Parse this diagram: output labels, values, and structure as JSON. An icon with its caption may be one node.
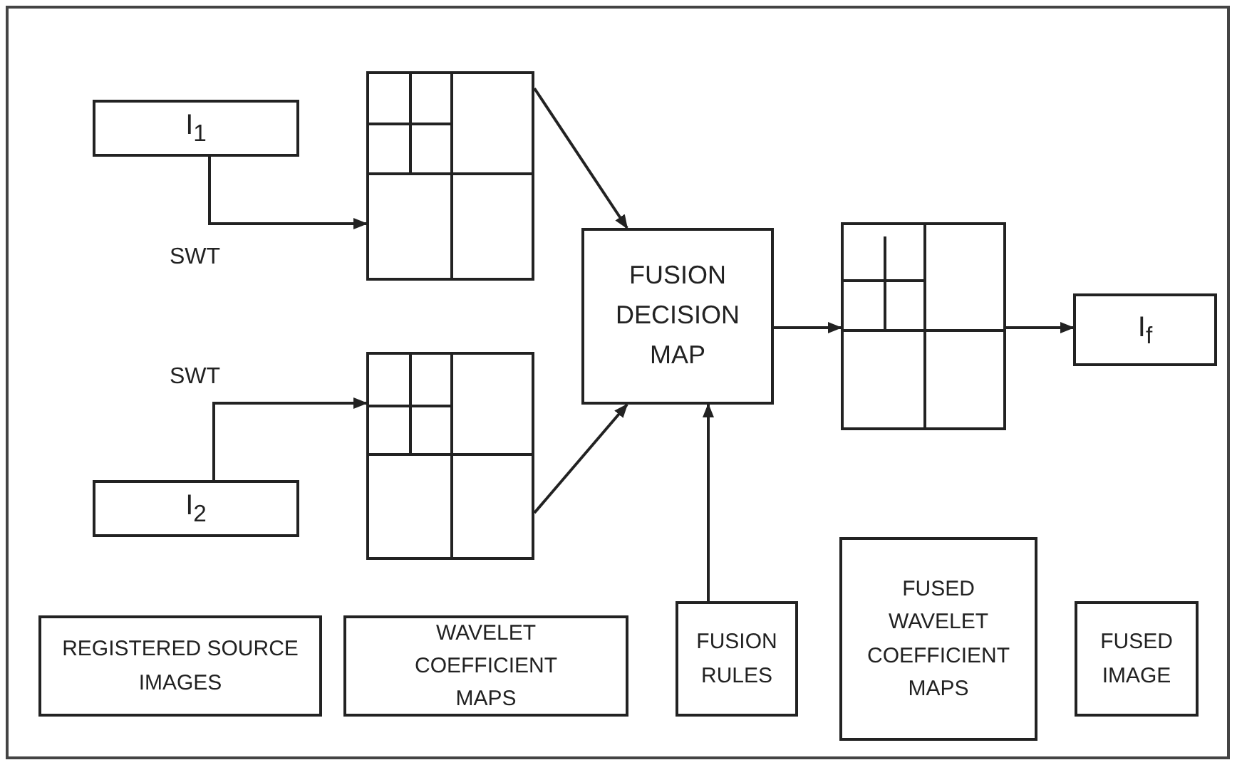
{
  "diagram": {
    "nodes": [
      {
        "text": [
          "I$_{1}$"
        ]
      },
      {
        "text": [],
        "shape": "box"
      },
      {
        "text": [
          "I$_{2}$"
        ]
      },
      {
        "text": [],
        "shape": "box"
      },
      {
        "text": [
          "FUSION DECISION MAP"
        ]
      },
      {
        "text": [],
        "shape": "box"
      },
      {
        "text": [
          "I$_{f}$"
        ]
      },
      {
        "text": [
          "REGISTERED SOURCE IMAGES"
        ]
      },
      {
        "text": [
          "WAVELET COEFFICIENT MAPS"
        ]
      },
      {
        "text": [
          "FUSION RULES"
        ]
      },
      {
        "text": [
          "FUSED WAVELET COEFFICIENT MAPS"
        ]
      },
      {
        "text": [
          "FUSED IMAGE"
        ]
      }
    ],
    "edges": [
      {
        "from": 0,
        "to": 1,
        "arrow": "to",
        "label": "SWT"
      },
      {
        "from": 2,
        "to": 3,
        "arrow": "to",
        "label": "SWT"
      },
      {
        "from": 1,
        "to": 4,
        "arrow": "to"
      },
      {
        "from": 3,
        "to": 4,
        "arrow": "to"
      },
      {
        "from": 4,
        "to": 5,
        "arrow": "to"
      },
      {
        "from": 5,
        "to": 6,
        "arrow": "to"
      },
      {
        "from": 9,
        "to": 4,
        "arrow": "to"
      }
    ]
  }
}
